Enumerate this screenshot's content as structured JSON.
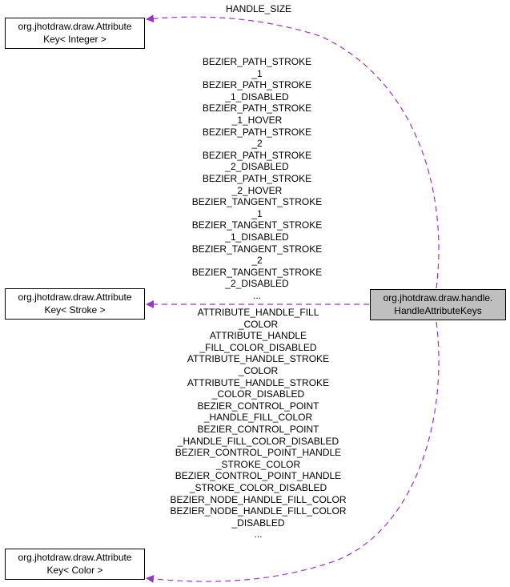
{
  "nodes": {
    "integer_key": {
      "line1": "org.jhotdraw.draw.Attribute",
      "line2": "Key< Integer >"
    },
    "stroke_key": {
      "line1": "org.jhotdraw.draw.Attribute",
      "line2": "Key< Stroke >"
    },
    "color_key": {
      "line1": "org.jhotdraw.draw.Attribute",
      "line2": "Key< Color >"
    },
    "handle_attribute_keys": {
      "line1": "org.jhotdraw.draw.handle.",
      "line2": "HandleAttributeKeys"
    }
  },
  "edge_labels": {
    "integer": [
      "HANDLE_SIZE"
    ],
    "stroke": [
      "BEZIER_PATH_STROKE",
      "_1",
      "BEZIER_PATH_STROKE",
      "_1_DISABLED",
      "BEZIER_PATH_STROKE",
      "_1_HOVER",
      "BEZIER_PATH_STROKE",
      "_2",
      "BEZIER_PATH_STROKE",
      "_2_DISABLED",
      "BEZIER_PATH_STROKE",
      "_2_HOVER",
      "BEZIER_TANGENT_STROKE",
      "_1",
      "BEZIER_TANGENT_STROKE",
      "_1_DISABLED",
      "BEZIER_TANGENT_STROKE",
      "_2",
      "BEZIER_TANGENT_STROKE",
      "_2_DISABLED",
      "..."
    ],
    "color": [
      "ATTRIBUTE_HANDLE_FILL",
      "_COLOR",
      "ATTRIBUTE_HANDLE",
      "_FILL_COLOR_DISABLED",
      "ATTRIBUTE_HANDLE_STROKE",
      "_COLOR",
      "ATTRIBUTE_HANDLE_STROKE",
      "_COLOR_DISABLED",
      "BEZIER_CONTROL_POINT",
      "_HANDLE_FILL_COLOR",
      "BEZIER_CONTROL_POINT",
      "_HANDLE_FILL_COLOR_DISABLED",
      "BEZIER_CONTROL_POINT_HANDLE",
      "_STROKE_COLOR",
      "BEZIER_CONTROL_POINT_HANDLE",
      "_STROKE_COLOR_DISABLED",
      "BEZIER_NODE_HANDLE_FILL_COLOR",
      "BEZIER_NODE_HANDLE_FILL_COLOR",
      "_DISABLED",
      "..."
    ]
  },
  "colors": {
    "edge": "#9a32cd",
    "main_fill": "#bfbfbf",
    "node_border": "#000000"
  }
}
